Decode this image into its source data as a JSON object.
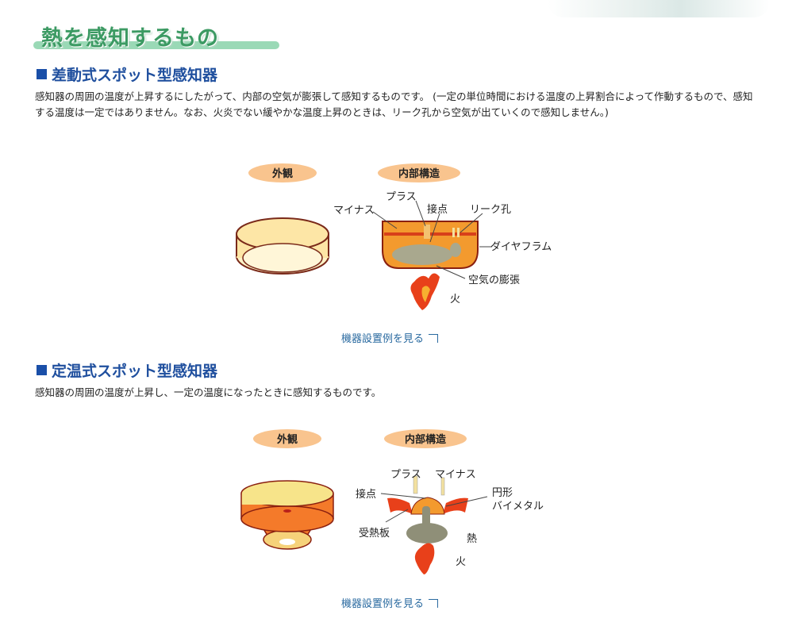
{
  "page_title": "熱を感知するもの",
  "sections": [
    {
      "heading": "差動式スポット型感知器",
      "body": "感知器の周囲の温度が上昇するにしたがって、内部の空気が膨張して感知するものです。 (一定の単位時間における温度の上昇割合によって作動するもので、感知する温度は一定ではありません。なお、火炎でない緩やかな温度上昇のときは、リーク孔から空気が出ていくので感知しません。)",
      "diagram": {
        "exterior_label": "外観",
        "interior_label": "内部構造",
        "labels": [
          "マイナス",
          "プラス",
          "接点",
          "リーク孔",
          "ダイヤフラム",
          "空気の膨張",
          "火"
        ]
      },
      "link": "機器設置例を見る"
    },
    {
      "heading": "定温式スポット型感知器",
      "body": "感知器の周囲の温度が上昇し、一定の温度になったときに感知するものです。",
      "diagram": {
        "exterior_label": "外観",
        "interior_label": "内部構造",
        "labels": [
          "プラス",
          "マイナス",
          "接点",
          "円形",
          "バイメタル",
          "受熱板",
          "熱",
          "火"
        ]
      },
      "link": "機器設置例を見る"
    }
  ],
  "colors": {
    "heading": "#1f4f9e",
    "title": "#3c9a63",
    "link": "#2a6aa0"
  }
}
